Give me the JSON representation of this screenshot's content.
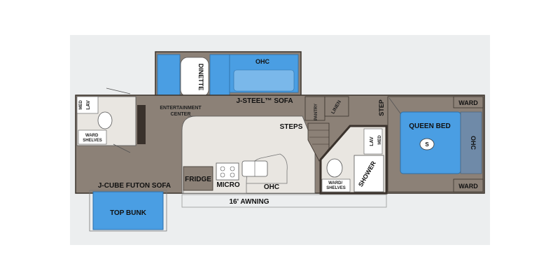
{
  "colors": {
    "page_bg": "#eceeef",
    "floor": "#8c8177",
    "open_floor": "#e9e6e1",
    "room_fill": "#ffffff",
    "slide_blue": "#4a9ee3",
    "slide_blue_light": "#7ab8ea",
    "ohc_gray": "#6f8aa8",
    "wall": "#3a322c",
    "outline": "#555555"
  },
  "labels": {
    "ohc_top": "OHC",
    "dinette": "DINETTE",
    "jsteel_sofa": "J-STEEL™ SOFA",
    "pantry": "PANTRY",
    "linen": "LINEN",
    "step": "STEP",
    "ward_top": "WARD",
    "queen_bed": "QUEEN BED",
    "s_mark": "S",
    "ohc_bed": "OHC",
    "ward_bottom": "WARD",
    "lav_left": "LAV",
    "med_left": "MED",
    "ward_shelves_left": "WARD SHELVES",
    "entertainment": "ENTERTAINMENT",
    "center": "CENTER",
    "steps": "STEPS",
    "lav_right": "LAV",
    "med_right": "MED",
    "shower": "SHOWER",
    "ward_shelves_right": "WARD/ SHELVES",
    "jcube_sofa": "J-CUBE FUTON SOFA",
    "fridge": "FRIDGE",
    "micro": "MICRO",
    "ohc_kitchen": "OHC",
    "awning": "16' AWNING",
    "top_bunk": "TOP BUNK"
  }
}
